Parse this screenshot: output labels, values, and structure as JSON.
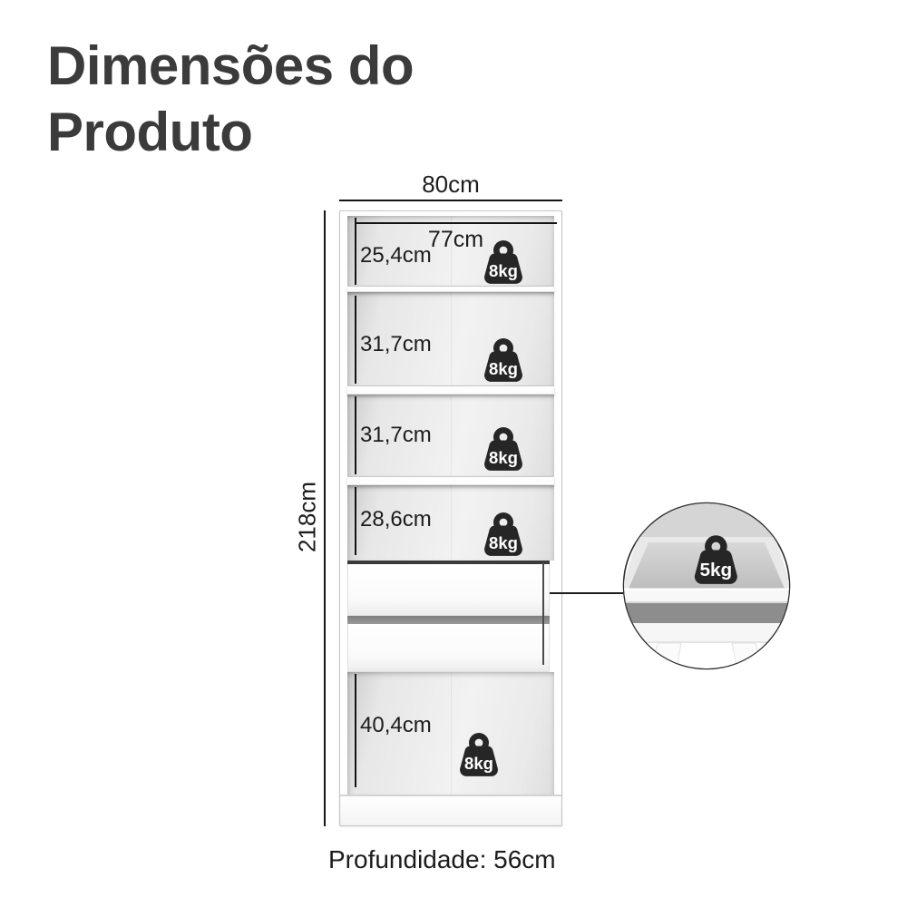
{
  "title": "Dimensões do Produto",
  "dimensions": {
    "width": "80cm",
    "inner_width": "77cm",
    "height": "218cm",
    "depth": "Profundidade: 56cm"
  },
  "sections": [
    {
      "height": "25,4cm",
      "capacity": "8kg"
    },
    {
      "height": "31,7cm",
      "capacity": "8kg"
    },
    {
      "height": "31,7cm",
      "capacity": "8kg"
    },
    {
      "height": "28,6cm",
      "capacity": "8kg"
    },
    {
      "height": "40,4cm",
      "capacity": "8kg"
    }
  ],
  "drawer_detail": {
    "capacity": "5kg"
  },
  "colors": {
    "title": "#3b3b3b",
    "dimension_lines": "#141414",
    "weight_icon": "#262626"
  }
}
